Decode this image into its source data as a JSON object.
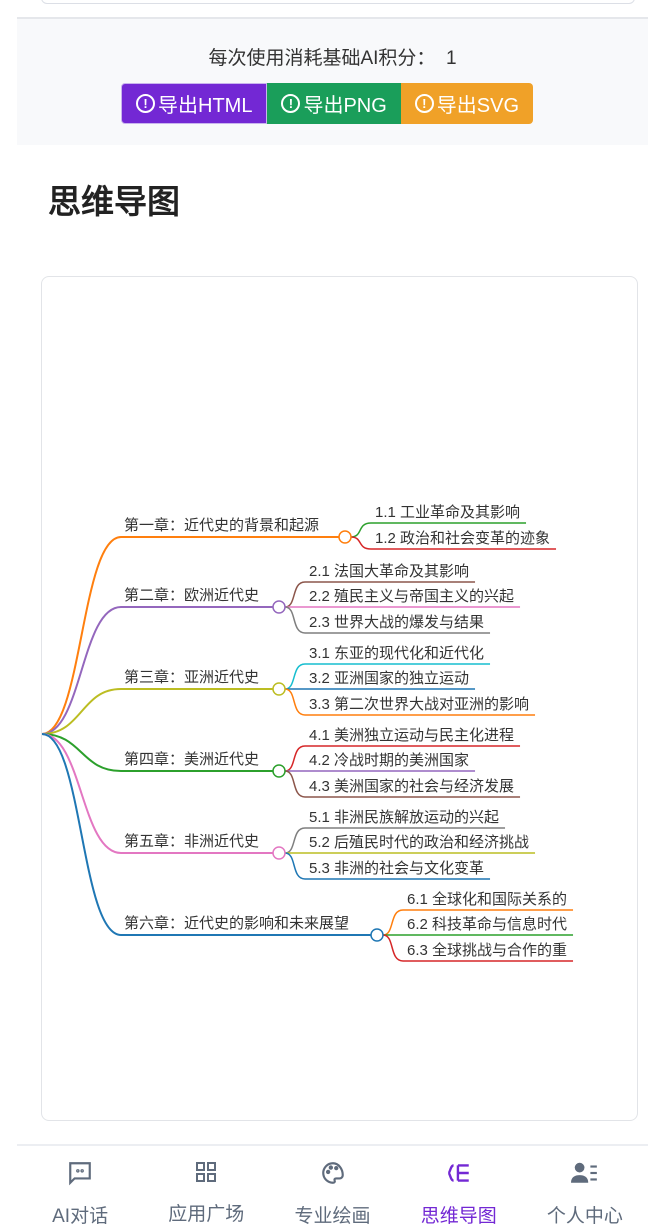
{
  "cost": {
    "label": "每次使用消耗基础AI积分：",
    "value": "1"
  },
  "export": [
    {
      "label": "导出HTML",
      "color": "#7328d4"
    },
    {
      "label": "导出PNG",
      "color": "#1a9e5a"
    },
    {
      "label": "导出SVG",
      "color": "#f0a128"
    }
  ],
  "title": "思维导图",
  "mindmap": {
    "chapters": [
      {
        "label": "第一章：近代史的背景和起源",
        "color": "#ff7f0e",
        "children": [
          {
            "label": "1.1 工业革命及其影响",
            "color": "#2ca02c"
          },
          {
            "label": "1.2 政治和社会变革的迹象",
            "color": "#d62728"
          }
        ]
      },
      {
        "label": "第二章：欧洲近代史",
        "color": "#9467bd",
        "children": [
          {
            "label": "2.1 法国大革命及其影响",
            "color": "#8c564b"
          },
          {
            "label": "2.2 殖民主义与帝国主义的兴起",
            "color": "#e377c2"
          },
          {
            "label": "2.3 世界大战的爆发与结果",
            "color": "#7f7f7f"
          }
        ]
      },
      {
        "label": "第三章：亚洲近代史",
        "color": "#bcbd22",
        "children": [
          {
            "label": "3.1 东亚的现代化和近代化",
            "color": "#17becf"
          },
          {
            "label": "3.2 亚洲国家的独立运动",
            "color": "#1f77b4"
          },
          {
            "label": "3.3 第二次世界大战对亚洲的影响",
            "color": "#ff7f0e"
          }
        ]
      },
      {
        "label": "第四章：美洲近代史",
        "color": "#2ca02c",
        "children": [
          {
            "label": "4.1 美洲独立运动与民主化进程",
            "color": "#d62728"
          },
          {
            "label": "4.2 冷战时期的美洲国家",
            "color": "#9467bd"
          },
          {
            "label": "4.3 美洲国家的社会与经济发展",
            "color": "#8c564b"
          }
        ]
      },
      {
        "label": "第五章：非洲近代史",
        "color": "#e377c2",
        "children": [
          {
            "label": "5.1 非洲民族解放运动的兴起",
            "color": "#7f7f7f"
          },
          {
            "label": "5.2 后殖民时代的政治和经济挑战",
            "color": "#bcbd22"
          },
          {
            "label": "5.3 非洲的社会与文化变革",
            "color": "#1f77b4"
          }
        ]
      },
      {
        "label": "第六章：近代史的影响和未来展望",
        "color": "#1f77b4",
        "children": [
          {
            "label": "6.1 全球化和国际关系的",
            "color": "#ff7f0e"
          },
          {
            "label": "6.2 科技革命与信息时代",
            "color": "#2ca02c"
          },
          {
            "label": "6.3 全球挑战与合作的重",
            "color": "#d62728"
          }
        ]
      }
    ]
  },
  "tabs": [
    {
      "label": "AI对话",
      "icon": "chat-icon"
    },
    {
      "label": "应用广场",
      "icon": "grid-icon"
    },
    {
      "label": "专业绘画",
      "icon": "palette-icon"
    },
    {
      "label": "思维导图",
      "icon": "mindmap-icon",
      "active": true
    },
    {
      "label": "个人中心",
      "icon": "user-icon"
    }
  ],
  "accent": "#7328d4"
}
